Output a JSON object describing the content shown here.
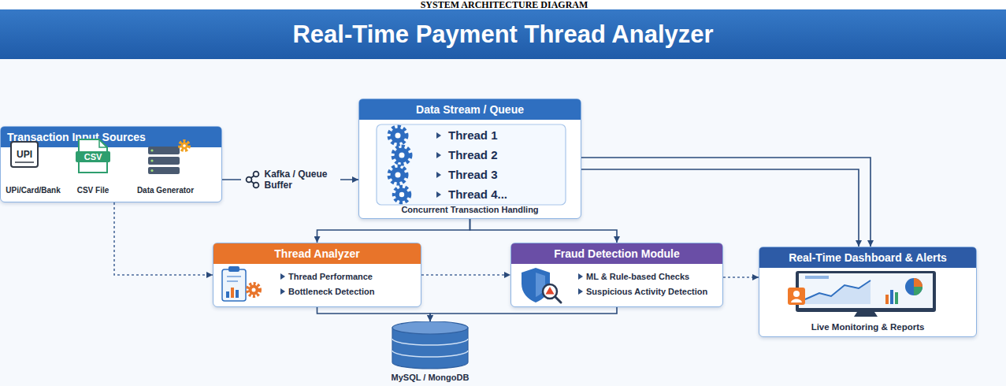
{
  "diagram": {
    "title": "Real-Time Payment Thread Analyzer",
    "nodes": [
      {
        "text": [
          "Transaction Input Sources"
        ]
      },
      {
        "text": [
          "Data Stream / Queue",
          "Concurrent Transaction Handling"
        ]
      },
      {
        "text": [
          "Thread Analyzer",
          "Thread Performance",
          "Bottleneck Detection"
        ]
      },
      {
        "text": [
          "Fraud Detection Module",
          "ML & Rule-based Checks",
          "Suspicious Activity Detection"
        ]
      },
      {
        "text": [
          "Real-Time Dashboard & Alerts",
          "Live Monitoring & Reports"
        ]
      },
      {
        "text": [
          "MySQL / MongoDB"
        ]
      }
    ],
    "edges": [
      {
        "from": 0,
        "to": 1,
        "arrow": "to",
        "label": "Kafka / Queue Buffer"
      },
      {
        "from": 1,
        "to": 2,
        "arrow": "to"
      },
      {
        "from": 1,
        "to": 3,
        "arrow": "to"
      },
      {
        "from": 1,
        "to": 4,
        "arrow": "to"
      },
      {
        "from": 1,
        "to": 4,
        "arrow": "to"
      },
      {
        "from": 0,
        "to": 2,
        "arrow": "to"
      },
      {
        "from": 2,
        "to": 3,
        "arrow": "to"
      },
      {
        "from": 3,
        "to": 4,
        "arrow": "to"
      },
      {
        "from": 2,
        "to": 5,
        "arrow": "to"
      },
      {
        "from": 3,
        "to": 5,
        "arrow": "to"
      }
    ],
    "labels": [
      "SYSTEM ARCHITECTURE DIAGRAM",
      "UPI",
      "CSV",
      "UPi/Card/Bank",
      "CSV File",
      "Data Generator",
      "Thread 1",
      "Thread 2",
      "Thread 3",
      "Thread 4..."
    ]
  }
}
